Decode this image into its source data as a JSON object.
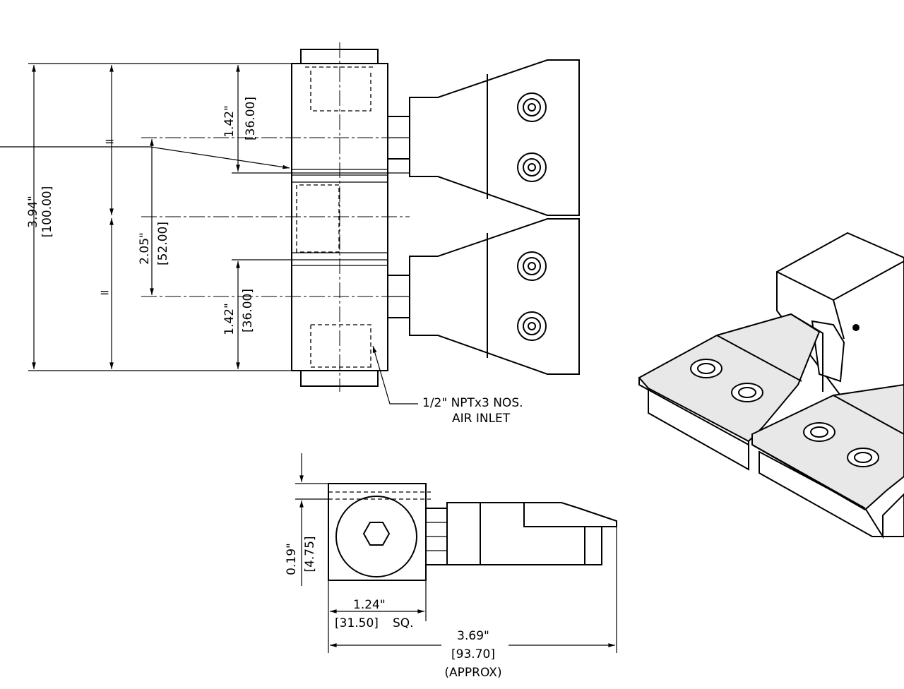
{
  "front_view": {
    "overall_height": {
      "inch": "3.94\"",
      "mm": "[100.00]"
    },
    "equal_marks": [
      "=",
      "="
    ],
    "top_spacing": {
      "inch": "1.42\"",
      "mm": "[36.00]"
    },
    "middle_spacing": {
      "inch": "2.05\"",
      "mm": "[52.00]"
    },
    "bottom_spacing": {
      "inch": "1.42\"",
      "mm": "[36.00]"
    },
    "callout": {
      "line1": "1/2\" NPTx3 NOS.",
      "line2": "AIR INLET"
    }
  },
  "side_view": {
    "offset": {
      "inch": "0.19\"",
      "mm": "[4.75]"
    },
    "square": {
      "inch": "1.24\"",
      "mm": "[31.50]",
      "suffix": "SQ."
    },
    "overall_length": {
      "inch": "3.69\"",
      "mm": "[93.70]",
      "note": "(APPROX)"
    }
  }
}
